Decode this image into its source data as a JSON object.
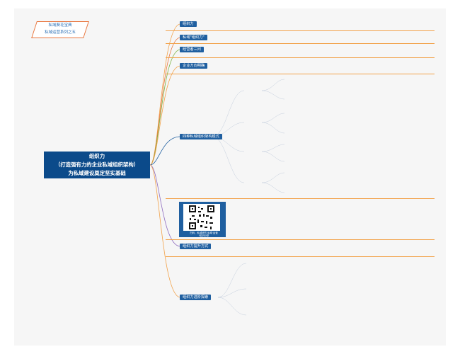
{
  "badge": "私域葵花宝典\n私域运营系列之五",
  "center": "组织力\n（打造强有力的企业私域组织架构）\n为私域建设奠定坚实基础",
  "branches": [
    {
      "label": "组织力"
    },
    {
      "label": "私域\"组织力\""
    },
    {
      "label": "经营者三问"
    },
    {
      "label": "企业方向明确"
    },
    {
      "label": "四种私域组织架构模式"
    },
    {
      "label": "组织力提升方式"
    },
    {
      "label": "组织力进阶探索"
    }
  ],
  "qr_caption": "扫码，私域研究\n私域·运营·知识分享",
  "colors": {
    "primary": "#1f5fa0",
    "center": "#0b4a8a",
    "accent": "#e8743b",
    "line": "#f2a24a"
  }
}
